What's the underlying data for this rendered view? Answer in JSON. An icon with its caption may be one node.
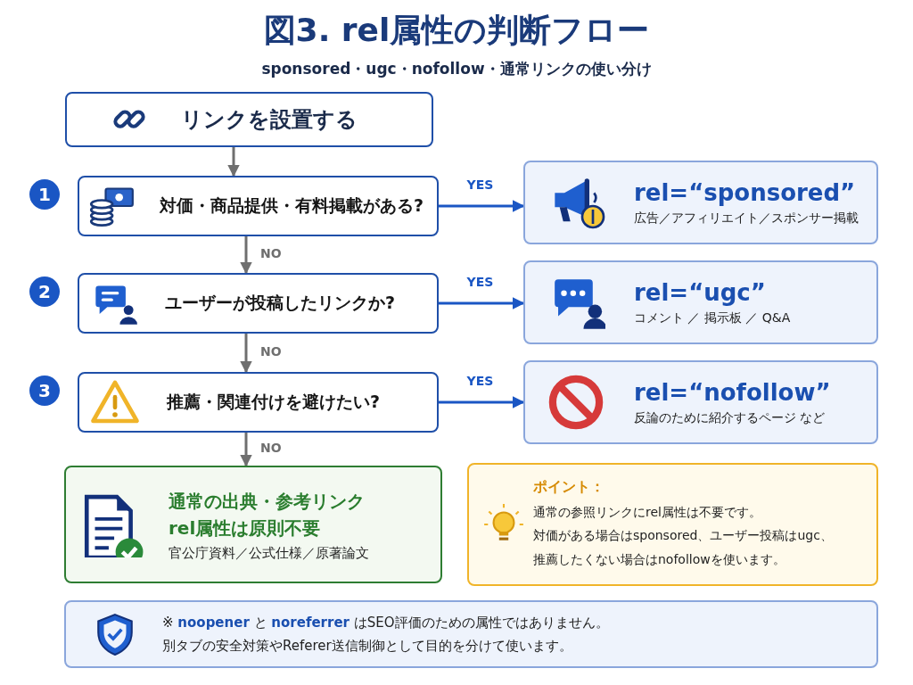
{
  "diagram": {
    "title": "図3. rel属性の判断フロー",
    "nodes": [
      {
        "text": [
          "リンクを設置する"
        ]
      },
      {
        "text": [
          "対価・商品提供・有料掲載がある?"
        ],
        "beside": [
          "1"
        ]
      },
      {
        "text": [
          "rel=“sponsored”",
          "広告／アフィリエイト／スポンサー掲載"
        ]
      },
      {
        "text": [
          "ユーザーが投稿したリンクか?"
        ],
        "beside": [
          "2"
        ]
      },
      {
        "text": [
          "rel=“ugc”",
          "コメント ／ 掲示板 ／ Q&A"
        ]
      },
      {
        "text": [
          "推薦・関連付けを避けたい?"
        ],
        "beside": [
          "3"
        ]
      },
      {
        "text": [
          "rel=“nofollow”",
          "反論のために紹介するページ など"
        ]
      },
      {
        "text": [
          "通常の出典・参考リンク",
          "rel属性は原則不要",
          "官公庁資料／公式仕様／原著論文"
        ]
      },
      {
        "text": [
          "ポイント：",
          "通常の参照リンクにrel属性は不要です。",
          "対価がある場合はsponsored、ユーザー投稿はugc、",
          "推薦したくない場合はnofollowを使います。"
        ]
      },
      {
        "text": [
          "※ **noopener** と **noreferrer** はSEO評価のための属性ではありません。",
          "別タブの安全対策やReferer送信制御として目的を分けて使います。"
        ]
      }
    ],
    "edges": [
      {
        "from": 0,
        "to": 1,
        "arrow": "to"
      },
      {
        "from": 1,
        "to": 2,
        "arrow": "to",
        "label": "YES",
        "color": "#1a56c4"
      },
      {
        "from": 1,
        "to": 3,
        "arrow": "to",
        "label": "NO"
      },
      {
        "from": 3,
        "to": 4,
        "arrow": "to",
        "label": "YES",
        "color": "#1a56c4"
      },
      {
        "from": 3,
        "to": 5,
        "arrow": "to",
        "label": "NO"
      },
      {
        "from": 5,
        "to": 6,
        "arrow": "to",
        "label": "YES",
        "color": "#1a56c4"
      },
      {
        "from": 5,
        "to": 7,
        "arrow": "to",
        "label": "NO"
      }
    ],
    "labels": [
      "sponsored・ugc・nofollow・通常リンクの使い分け"
    ]
  }
}
